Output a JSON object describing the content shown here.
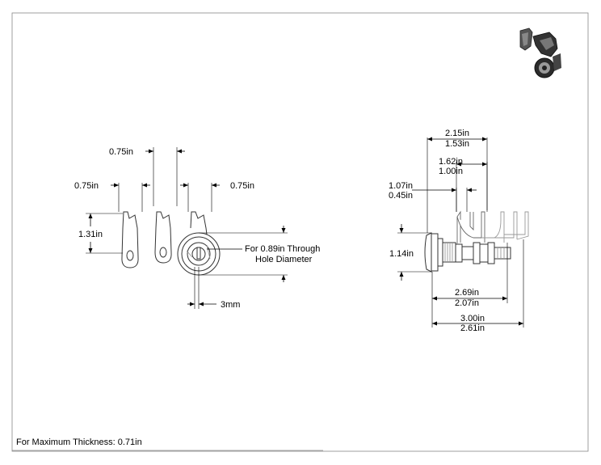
{
  "drawing": {
    "footer_note": "For Maximum Thickness: 0.71in"
  },
  "front_view": {
    "cam_width_top": "0.75in",
    "cam_width_left": "0.75in",
    "cam_width_right": "0.75in",
    "height": "1.31in",
    "hole_note_line1": "For 0.89in Through",
    "hole_note_line2": "Hole Diameter",
    "key_offset": "3mm"
  },
  "side_view": {
    "overall_cam_max": "2.15in",
    "overall_cam_min": "1.53in",
    "cam_offset_max": "1.62in",
    "cam_offset_min": "1.00in",
    "cam_start_max": "1.07in",
    "cam_start_min": "0.45in",
    "body_height": "1.14in",
    "length_mid_max": "2.69in",
    "length_mid_min": "2.07in",
    "length_total_max": "3.00in",
    "length_total_min": "2.61in"
  }
}
